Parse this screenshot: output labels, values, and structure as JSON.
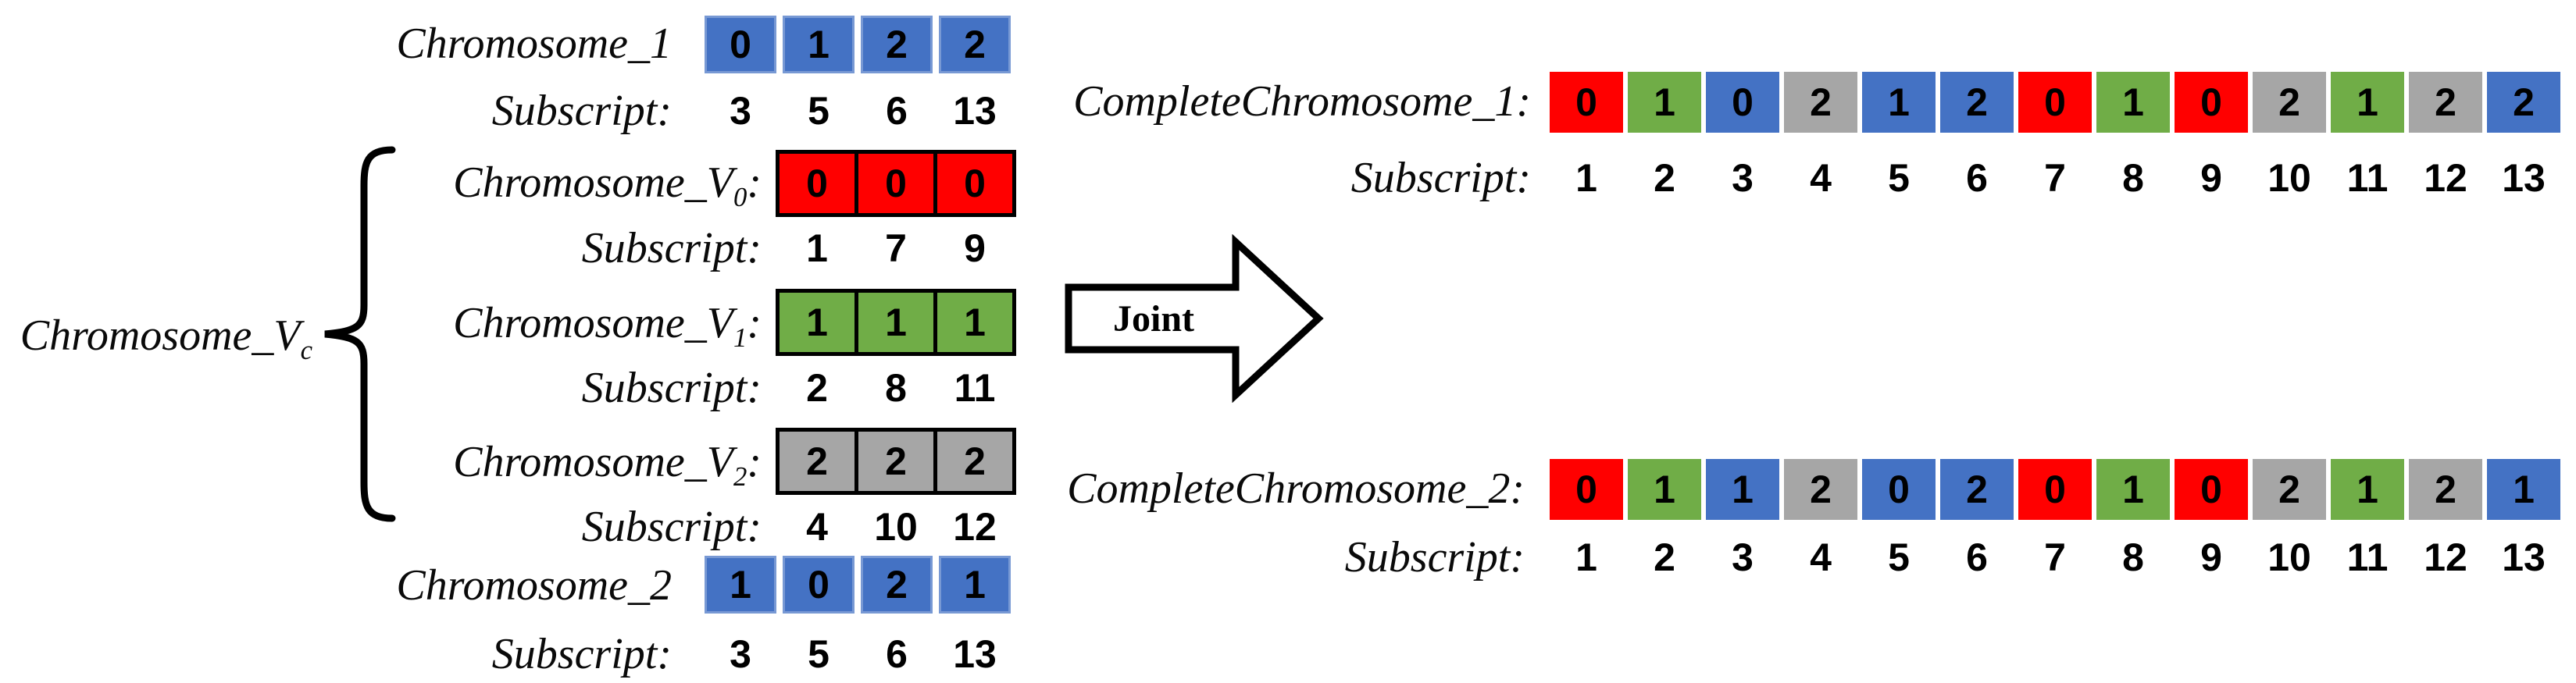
{
  "palette": {
    "blue": "#4472C4",
    "red": "#FF0000",
    "green": "#70AD47",
    "gray": "#A6A6A6",
    "outline": "#000000",
    "arrow_fill": "#FFFFFF"
  },
  "left": {
    "chromosome_1": {
      "label": "Chromosome_1",
      "cells": [
        {
          "value": "0",
          "color": "blue"
        },
        {
          "value": "1",
          "color": "blue"
        },
        {
          "value": "2",
          "color": "blue"
        },
        {
          "value": "2",
          "color": "blue"
        }
      ],
      "subscript_label": "Subscript:",
      "subscripts": [
        "3",
        "5",
        "6",
        "13"
      ]
    },
    "group_label": {
      "base": "Chromosome_V",
      "sub": "c"
    },
    "v_rows": [
      {
        "label_base": "Chromosome_V",
        "label_sub": "0",
        "label_colon": ":",
        "cells": [
          {
            "value": "0",
            "color": "red"
          },
          {
            "value": "0",
            "color": "red"
          },
          {
            "value": "0",
            "color": "red"
          }
        ],
        "subscript_label": "Subscript:",
        "subscripts": [
          "1",
          "7",
          "9"
        ]
      },
      {
        "label_base": "Chromosome_V",
        "label_sub": "1",
        "label_colon": ":",
        "cells": [
          {
            "value": "1",
            "color": "green"
          },
          {
            "value": "1",
            "color": "green"
          },
          {
            "value": "1",
            "color": "green"
          }
        ],
        "subscript_label": "Subscript:",
        "subscripts": [
          "2",
          "8",
          "11"
        ]
      },
      {
        "label_base": "Chromosome_V",
        "label_sub": "2",
        "label_colon": ":",
        "cells": [
          {
            "value": "2",
            "color": "gray"
          },
          {
            "value": "2",
            "color": "gray"
          },
          {
            "value": "2",
            "color": "gray"
          }
        ],
        "subscript_label": "Subscript:",
        "subscripts": [
          "4",
          "10",
          "12"
        ]
      }
    ],
    "chromosome_2": {
      "label": "Chromosome_2",
      "cells": [
        {
          "value": "1",
          "color": "blue"
        },
        {
          "value": "0",
          "color": "blue"
        },
        {
          "value": "2",
          "color": "blue"
        },
        {
          "value": "1",
          "color": "blue"
        }
      ],
      "subscript_label": "Subscript:",
      "subscripts": [
        "3",
        "5",
        "6",
        "13"
      ]
    }
  },
  "arrow": {
    "label": "Joint"
  },
  "right": {
    "rows": [
      {
        "label": "CompleteChromosome_1:",
        "cells": [
          {
            "value": "0",
            "color": "red"
          },
          {
            "value": "1",
            "color": "green"
          },
          {
            "value": "0",
            "color": "blue"
          },
          {
            "value": "2",
            "color": "gray"
          },
          {
            "value": "1",
            "color": "blue"
          },
          {
            "value": "2",
            "color": "blue"
          },
          {
            "value": "0",
            "color": "red"
          },
          {
            "value": "1",
            "color": "green"
          },
          {
            "value": "0",
            "color": "red"
          },
          {
            "value": "2",
            "color": "gray"
          },
          {
            "value": "1",
            "color": "green"
          },
          {
            "value": "2",
            "color": "gray"
          },
          {
            "value": "2",
            "color": "blue"
          }
        ],
        "subscript_label": "Subscript:",
        "subscripts": [
          "1",
          "2",
          "3",
          "4",
          "5",
          "6",
          "7",
          "8",
          "9",
          "10",
          "11",
          "12",
          "13"
        ]
      },
      {
        "label": "CompleteChromosome_2:",
        "cells": [
          {
            "value": "0",
            "color": "red"
          },
          {
            "value": "1",
            "color": "green"
          },
          {
            "value": "1",
            "color": "blue"
          },
          {
            "value": "2",
            "color": "gray"
          },
          {
            "value": "0",
            "color": "blue"
          },
          {
            "value": "2",
            "color": "blue"
          },
          {
            "value": "0",
            "color": "red"
          },
          {
            "value": "1",
            "color": "green"
          },
          {
            "value": "0",
            "color": "red"
          },
          {
            "value": "2",
            "color": "gray"
          },
          {
            "value": "1",
            "color": "green"
          },
          {
            "value": "2",
            "color": "gray"
          },
          {
            "value": "1",
            "color": "blue"
          }
        ],
        "subscript_label": "Subscript:",
        "subscripts": [
          "1",
          "2",
          "3",
          "4",
          "5",
          "6",
          "7",
          "8",
          "9",
          "10",
          "11",
          "12",
          "13"
        ]
      }
    ]
  }
}
